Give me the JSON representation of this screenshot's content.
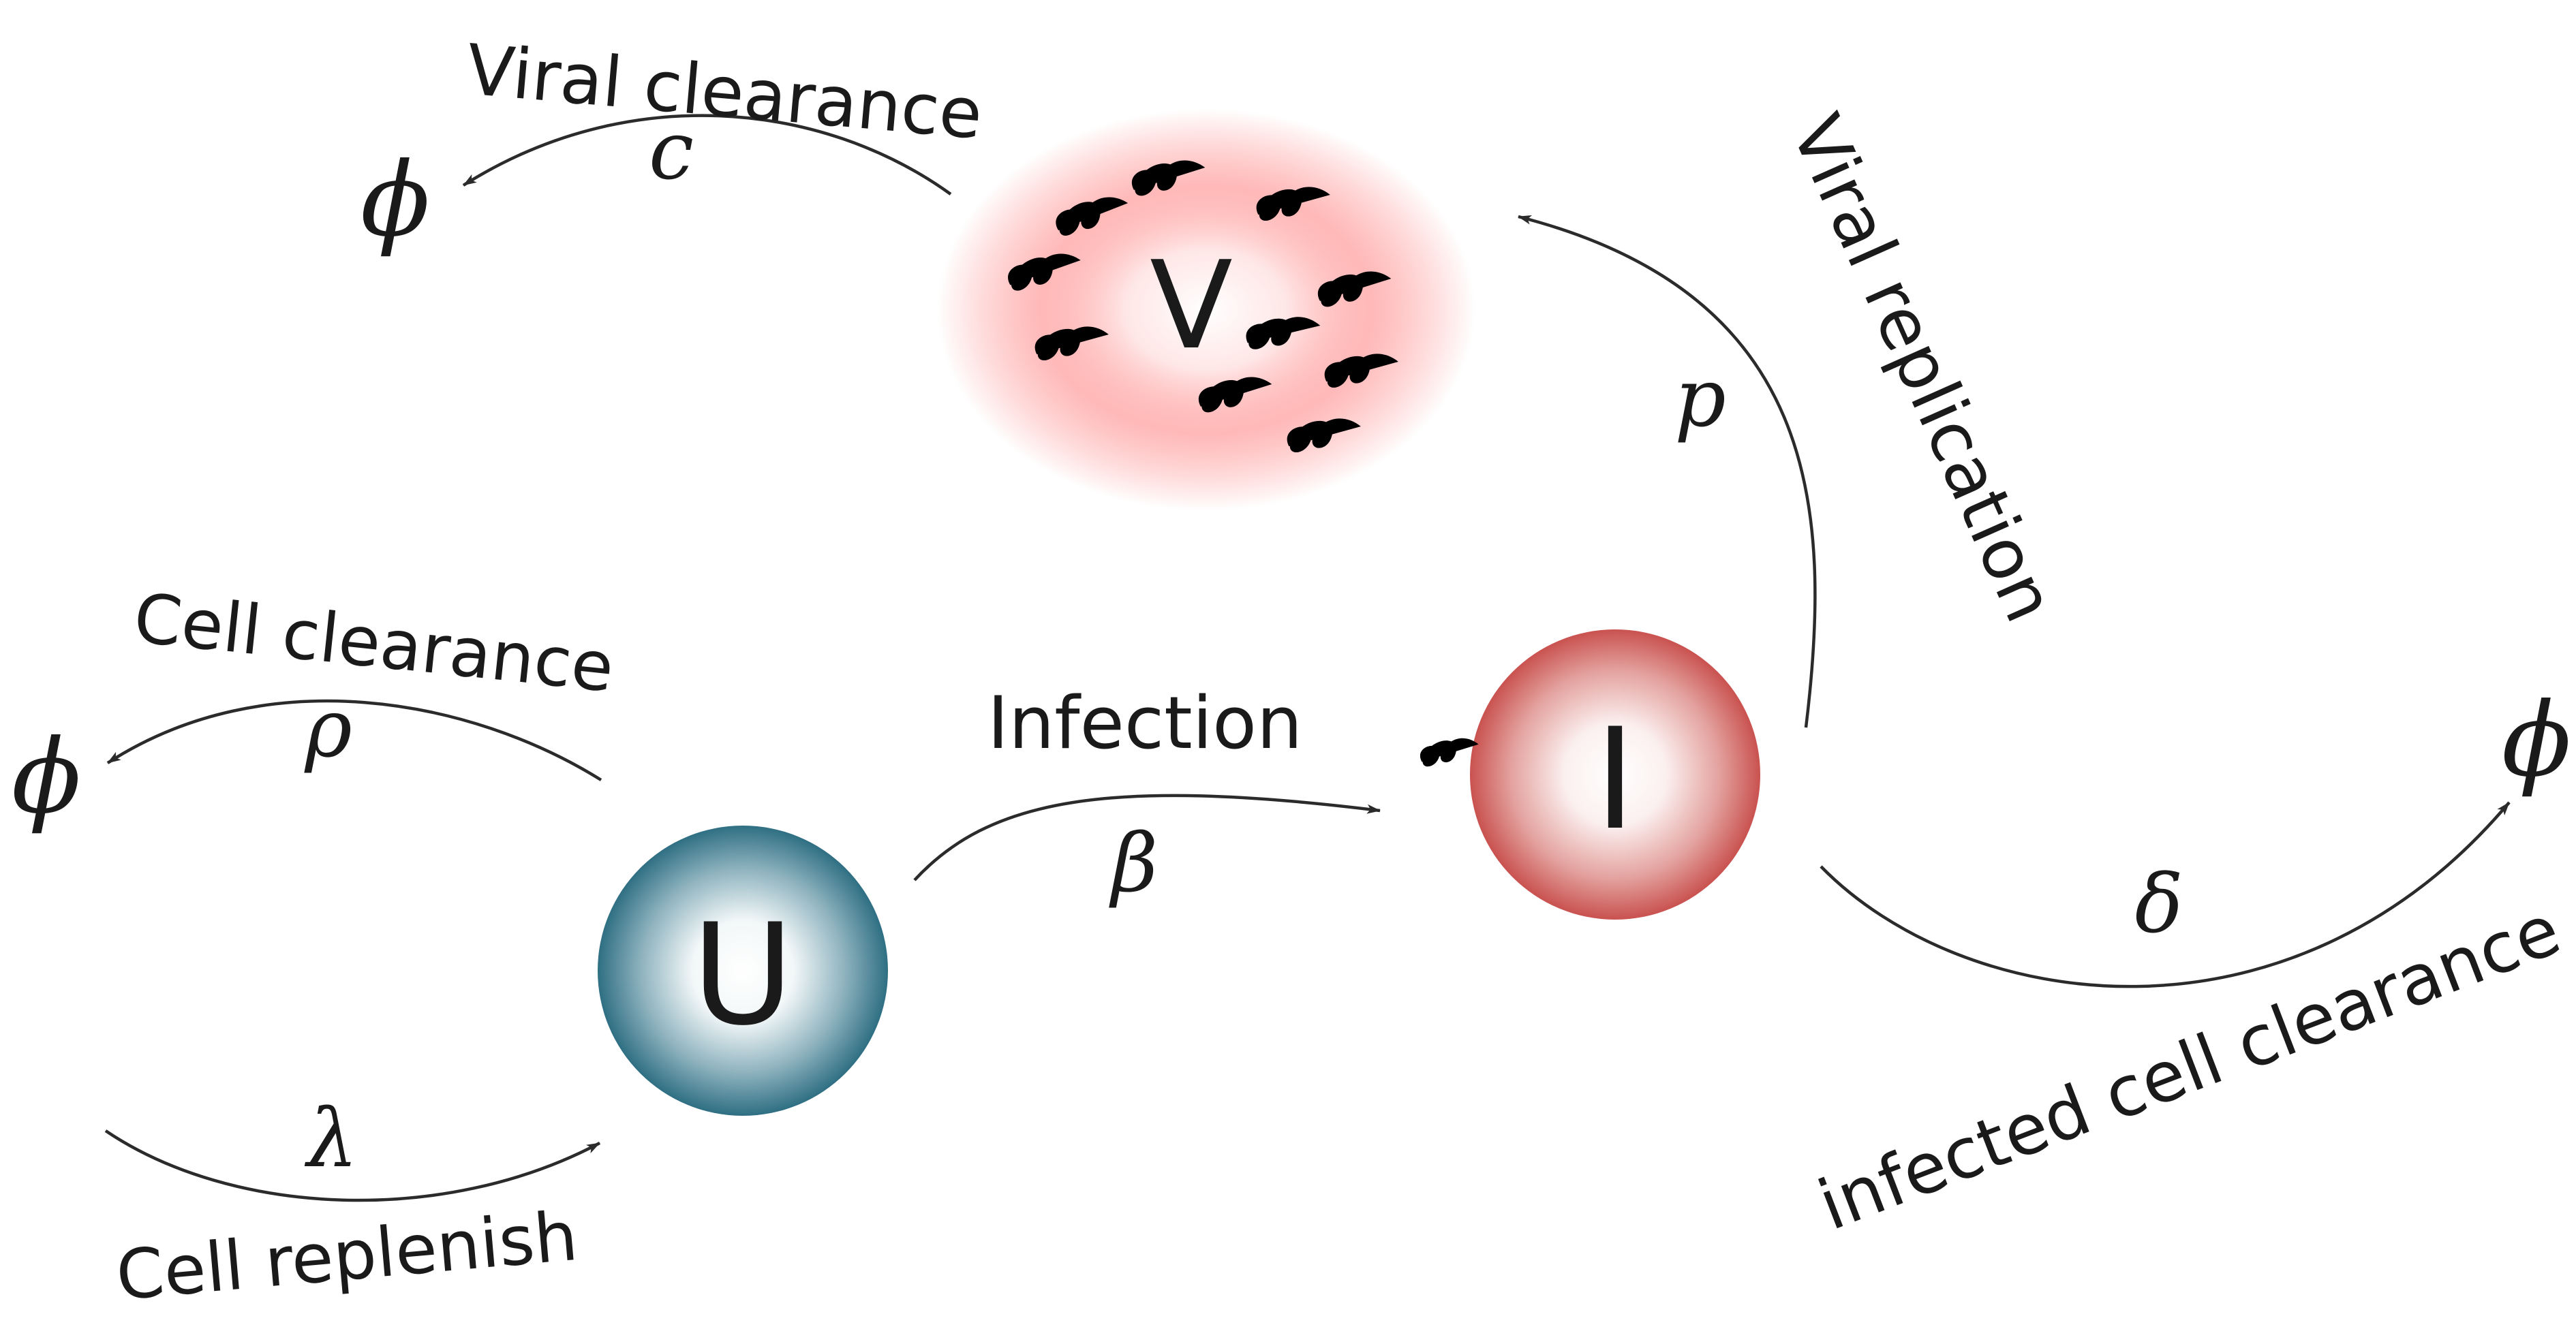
{
  "nodes": {
    "uninfected": {
      "letter": "U",
      "color": "#2f6f83"
    },
    "infected": {
      "letter": "I",
      "color": "#c9524f"
    },
    "virus": {
      "letter": "V",
      "halo_color": "#ff5a5a",
      "virion_color": "#b3252a"
    }
  },
  "sinks": {
    "symbol": "ϕ"
  },
  "processes": {
    "viral_clearance": {
      "label": "Viral clearance",
      "param": "c"
    },
    "viral_replication": {
      "label": "Viral replication",
      "param": "p"
    },
    "cell_clearance": {
      "label": "Cell clearance",
      "param": "ρ"
    },
    "infection": {
      "label": "Infection",
      "param": "β"
    },
    "infected_cell_clearance": {
      "label": "infected cell clearance",
      "param": "δ"
    },
    "cell_replenish": {
      "label": "Cell replenish",
      "param": "λ"
    }
  }
}
